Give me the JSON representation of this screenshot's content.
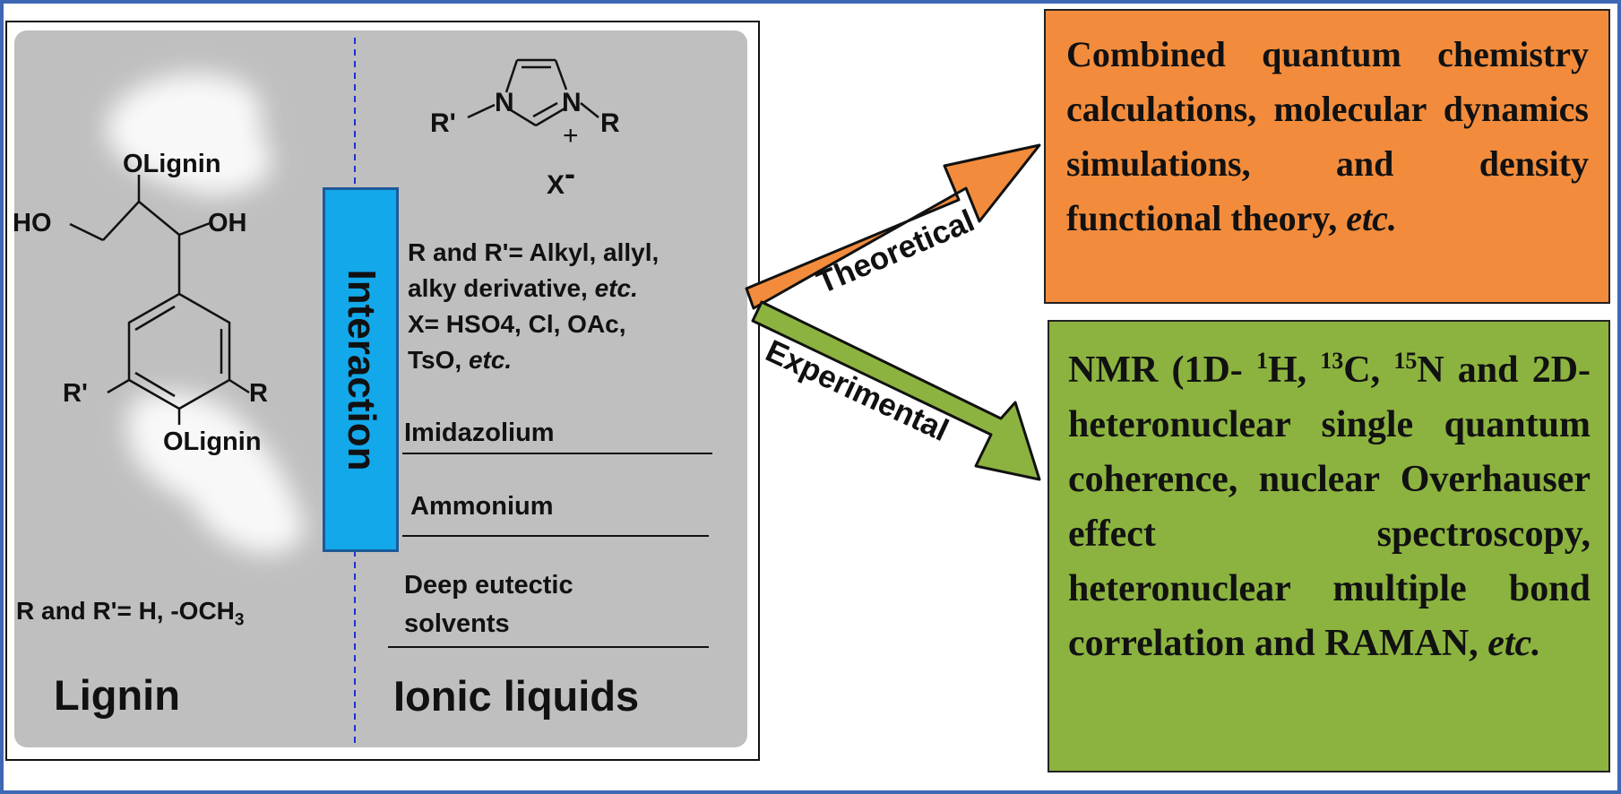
{
  "lignin": {
    "structure_labels": {
      "olignin_top": "OLignin",
      "ho_left": "HO",
      "oh_right": "OH",
      "r_prime": "R'",
      "r": "R",
      "olignin_bottom": "OLignin"
    },
    "substituents": "R and R'= H, -OCH",
    "substituents_sub": "3",
    "title": "Lignin"
  },
  "interaction_label": "Interaction",
  "ionic_liquids": {
    "cation": {
      "r_prime": "R'",
      "n_left": "N",
      "n_right": "N",
      "r": "R",
      "plus": "+"
    },
    "anion": "X",
    "anion_charge": "-",
    "r_definition_1": "R and R'= Alkyl, allyl,",
    "r_definition_2": "alky derivative,",
    "r_definition_etc": "etc.",
    "x_definition_1": "X= HSO4, Cl, OAc,",
    "x_definition_2": "TsO,",
    "x_definition_etc": "etc.",
    "types": [
      "Imidazolium",
      "Ammonium",
      "Deep eutectic",
      "solvents"
    ],
    "title": "Ionic liquids"
  },
  "arrows": {
    "theoretical": "Theoretical",
    "experimental": "Experimental"
  },
  "theoretical_box": {
    "text": "Combined quantum chemistry calculations, molecular dynamics simulations, and density functional theory,",
    "etc": "etc."
  },
  "experimental_box": {
    "p1": "NMR (1D-",
    "sup1": "1",
    "p2": "H,",
    "sup2": "13",
    "p3": "C,",
    "sup3": "15",
    "p4": "N and 2D- heteronuclear single quantum coherence, nuclear Overhauser effect spectroscopy, heteronuclear multiple bond correlation and RAMAN,",
    "etc": "etc."
  },
  "colors": {
    "frame": "#3f68b4",
    "panel": "#bfbfbf",
    "interaction_fill": "#13a8ea",
    "theoretical": "#f28c3c",
    "experimental": "#8cb340"
  }
}
